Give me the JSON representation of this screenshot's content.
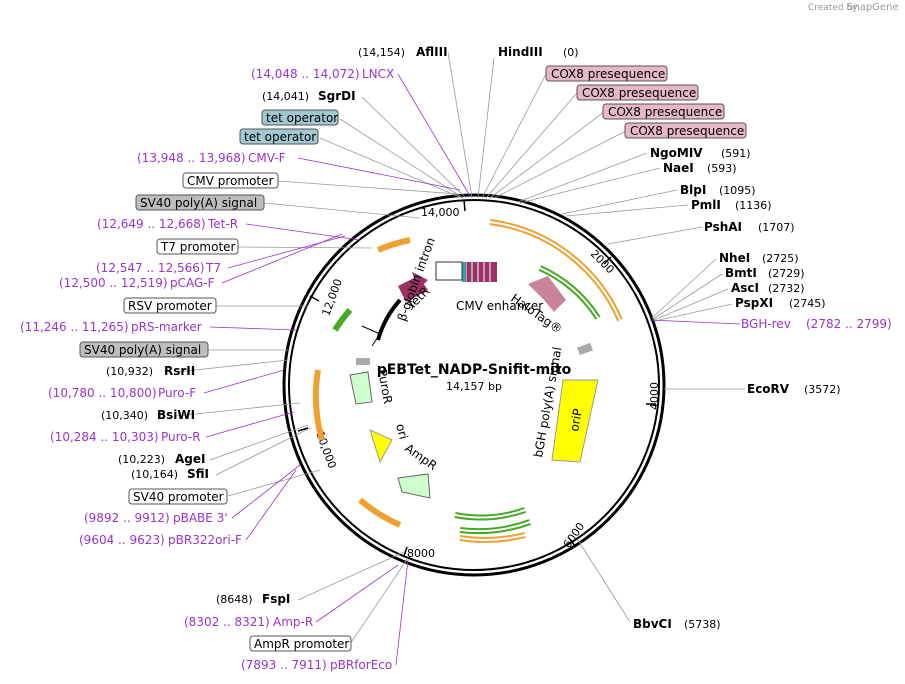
{
  "credit": {
    "created_by": "Created by",
    "app": "SnapGene"
  },
  "plasmid": {
    "name": "pEBTet_NADP-Snifit-mito",
    "size": "14,157 bp"
  },
  "ticks": [
    "14,000",
    "2000",
    "4000",
    "6000",
    "8000",
    "10,000",
    "12,000"
  ],
  "features": [
    "CMV enhancer",
    "HaloTag®",
    "TetR",
    "β-globin intron",
    "PuroR",
    "ori",
    "AmpR",
    "oriP",
    "bGH poly(A) signal"
  ],
  "sites_right": [
    {
      "name": "HindIII",
      "pos": "(0)"
    },
    {
      "name": "NgoMIV",
      "pos": "(591)"
    },
    {
      "name": "NaeI",
      "pos": "(593)"
    },
    {
      "name": "BlpI",
      "pos": "(1095)"
    },
    {
      "name": "PmlI",
      "pos": "(1136)"
    },
    {
      "name": "PshAI",
      "pos": "(1707)"
    },
    {
      "name": "NheI",
      "pos": "(2725)"
    },
    {
      "name": "BmtI",
      "pos": "(2729)"
    },
    {
      "name": "AscI",
      "pos": "(2732)"
    },
    {
      "name": "PspXI",
      "pos": "(2745)"
    },
    {
      "name": "EcoRV",
      "pos": "(3572)"
    },
    {
      "name": "BbvCI",
      "pos": "(5738)"
    }
  ],
  "boxes_right": [
    "COX8 presequence",
    "COX8 presequence",
    "COX8 presequence",
    "COX8 presequence"
  ],
  "primer_right": {
    "name": "BGH-rev",
    "range": "(2782 .. 2799)"
  },
  "sites_left": [
    {
      "name": "AflIII",
      "pos": "(14,154)"
    },
    {
      "name": "SgrDI",
      "pos": "(14,041)"
    },
    {
      "name": "RsrII",
      "pos": "(10,932)"
    },
    {
      "name": "BsiWI",
      "pos": "(10,340)"
    },
    {
      "name": "AgeI",
      "pos": "(10,223)"
    },
    {
      "name": "SfiI",
      "pos": "(10,164)"
    },
    {
      "name": "FspI",
      "pos": "(8648)"
    }
  ],
  "primers_left": [
    {
      "range": "(14,048 .. 14,072)",
      "name": "LNCX"
    },
    {
      "range": "(13,948 .. 13,968)",
      "name": "CMV-F"
    },
    {
      "range": "(12,649 .. 12,668)",
      "name": "Tet-R"
    },
    {
      "range": "(12,547 .. 12,566)",
      "name": "T7"
    },
    {
      "range": "(12,500 .. 12,519)",
      "name": "pCAG-F"
    },
    {
      "range": "(11,246 .. 11,265)",
      "name": "pRS-marker"
    },
    {
      "range": "(10,780 .. 10,800)",
      "name": "Puro-F"
    },
    {
      "range": "(10,284 .. 10,303)",
      "name": "Puro-R"
    },
    {
      "range": "(9892 .. 9912)",
      "name": "pBABE 3'"
    },
    {
      "range": "(9604 .. 9623)",
      "name": "pBR322ori-F"
    },
    {
      "range": "(8302 .. 8321)",
      "name": "Amp-R"
    },
    {
      "range": "(7893 .. 7911)",
      "name": "pBRforEco"
    }
  ],
  "boxes_left": [
    "tet operator",
    "tet operator",
    "CMV promoter",
    "SV40 poly(A) signal",
    "T7 promoter",
    "RSV promoter",
    "SV40 poly(A) signal",
    "SV40 promoter",
    "AmpR promoter"
  ],
  "colors": {
    "primer": "#9933cc",
    "cox8": "#e6b8c8",
    "tet_op": "#9fc8d0",
    "gray_box": "#bdbdbd",
    "oriP": "#ffff00",
    "halotag": "#c9849a",
    "tetr": "#993366",
    "ampr": "#ccffcc"
  }
}
